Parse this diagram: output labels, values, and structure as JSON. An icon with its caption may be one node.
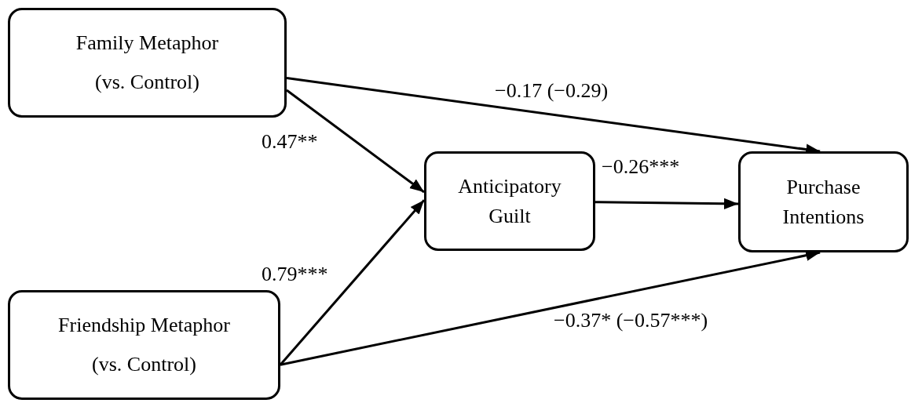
{
  "diagram": {
    "nodes": [
      {
        "text": [
          "Family Metaphor",
          "(vs. Control)"
        ]
      },
      {
        "text": [
          "Friendship Metaphor",
          "(vs. Control)"
        ]
      },
      {
        "text": [
          "Anticipatory Guilt"
        ]
      },
      {
        "text": [
          "Purchase Intentions"
        ]
      }
    ],
    "edges": [
      {
        "from": 0,
        "to": 3,
        "arrow": "to",
        "label": "−0.17 (−0.29)"
      },
      {
        "from": 0,
        "to": 2,
        "arrow": "to",
        "label": "0.47**"
      },
      {
        "from": 2,
        "to": 3,
        "arrow": "to",
        "label": "−0.26***"
      },
      {
        "from": 1,
        "to": 2,
        "arrow": "to",
        "label": "0.79***"
      },
      {
        "from": 1,
        "to": 3,
        "arrow": "to",
        "label": "−0.37* (−0.57***)"
      }
    ]
  }
}
